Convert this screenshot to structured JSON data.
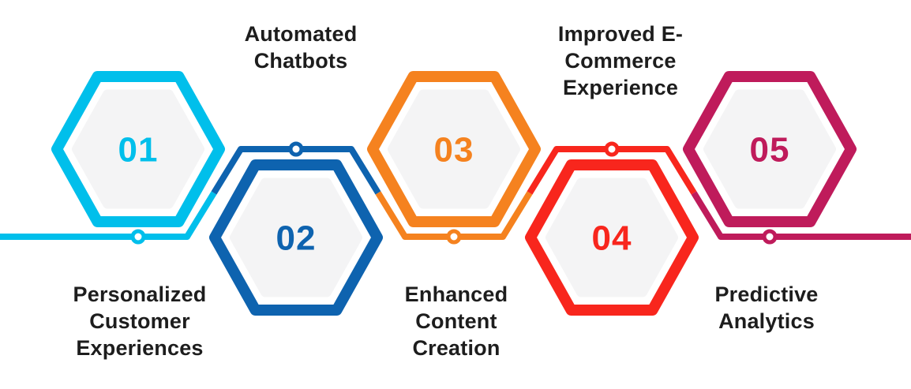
{
  "background": "#ffffff",
  "diagram": {
    "type": "process-infographic-hexagon-timeline",
    "label_text_color": "#1d1d1d",
    "hexagon_inner_fill": "#f4f4f5",
    "connector_node_fill": "#ffffff",
    "steps": [
      {
        "number": "01",
        "label": "Personalized\nCustomer\nExperiences",
        "color": "#00bfeb",
        "label_position": "below"
      },
      {
        "number": "02",
        "label": "Automated\nChatbots",
        "color": "#0e63af",
        "label_position": "above"
      },
      {
        "number": "03",
        "label": "Enhanced\nContent\nCreation",
        "color": "#f5821f",
        "label_position": "below"
      },
      {
        "number": "04",
        "label": "Improved E-\nCommerce\nExperience",
        "color": "#f8261d",
        "label_position": "above"
      },
      {
        "number": "05",
        "label": "Predictive\nAnalytics",
        "color": "#bf1b5b",
        "label_position": "below"
      }
    ]
  }
}
